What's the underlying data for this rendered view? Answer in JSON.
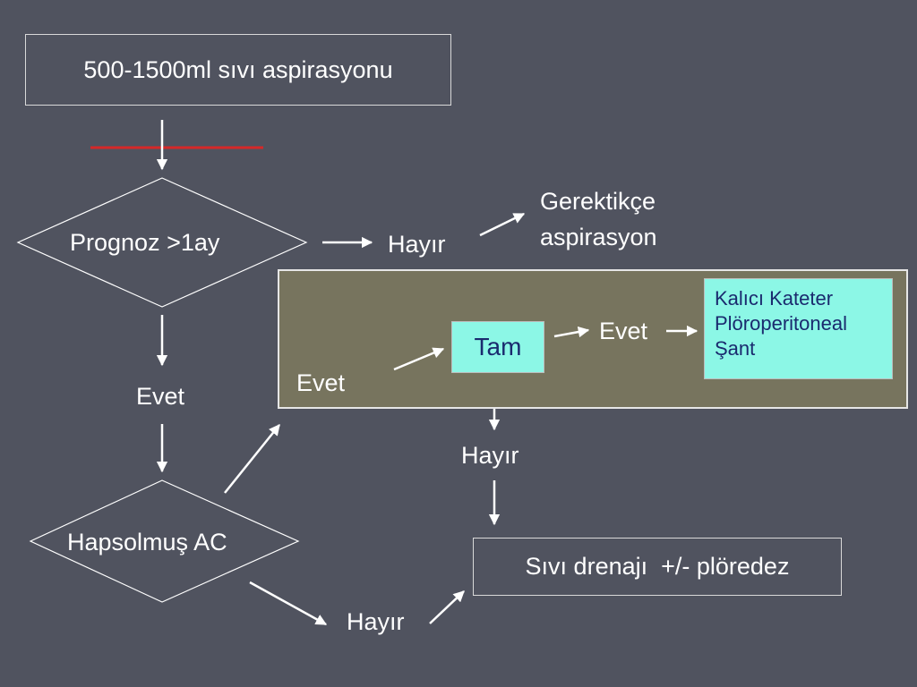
{
  "flowchart": {
    "start_box": "500-1500ml sıvı aspirasyonu",
    "decision_prognosis": "Prognoz >1ay",
    "no_label_prognosis": "Hayır",
    "as_needed_line1": "Gerektikçe",
    "as_needed_line2": "aspirasyon",
    "yes_label_prognosis": "Evet",
    "decision_trapped": "Hapsolmuş AC",
    "yes_label_trapped": "Evet",
    "complete_box": "Tam",
    "yes_label_complete": "Evet",
    "permanent_line1": "Kalıcı Kateter",
    "permanent_line2": "Plöroperitoneal",
    "permanent_line3": "Şant",
    "no_label_complete": "Hayır",
    "no_label_trapped": "Hayır",
    "drainage_box": "Sıvı drenajı  +/- plöredez"
  },
  "colors": {
    "background": "#50535f",
    "panel": "#77745e",
    "highlight_box": "#8cf7e6",
    "highlight_text": "#1a2a6e",
    "red_line": "#d62828",
    "arrow": "#ffffff"
  }
}
